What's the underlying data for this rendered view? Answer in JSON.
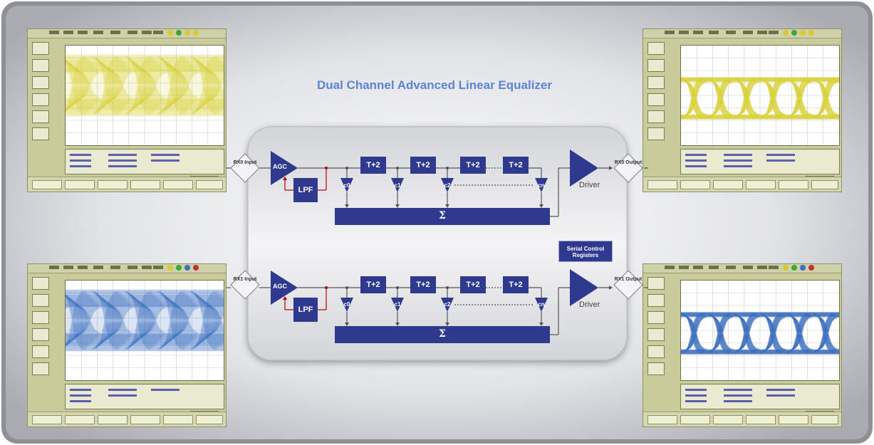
{
  "title": "Dual Channel Advanced Linear Equalizer",
  "colors": {
    "title": "#5b84d4",
    "block": "#2f3a8f",
    "wire": "#555555",
    "feedback": "#b00000",
    "eye_yellow": "#d8d23a",
    "eye_blue": "#3c6fc0"
  },
  "channels": [
    {
      "input_port": "RX0 Input",
      "output_port": "RX0 Output",
      "agc": "AGC",
      "lpf": "LPF",
      "delays": [
        "T+2",
        "T+2",
        "T+2",
        "T+2"
      ],
      "taps": [
        "c0",
        "c1",
        "c2",
        "cn"
      ],
      "sum": "Σ",
      "driver": "Driver"
    },
    {
      "input_port": "RX1 Input",
      "output_port": "RX1 Output",
      "agc": "AGC",
      "lpf": "LPF",
      "delays": [
        "T+2",
        "T+2",
        "T+2",
        "T+2"
      ],
      "taps": [
        "c0",
        "c1",
        "c2",
        "cn"
      ],
      "sum": "Σ",
      "driver": "Driver"
    }
  ],
  "serial_control": "Serial Control Registers",
  "scopes": [
    {
      "name": "rx0-input-scope",
      "eye": "closed",
      "color": "yellow"
    },
    {
      "name": "rx0-output-scope",
      "eye": "open",
      "color": "yellow"
    },
    {
      "name": "rx1-input-scope",
      "eye": "closed",
      "color": "blue"
    },
    {
      "name": "rx1-output-scope",
      "eye": "open",
      "color": "blue"
    }
  ]
}
